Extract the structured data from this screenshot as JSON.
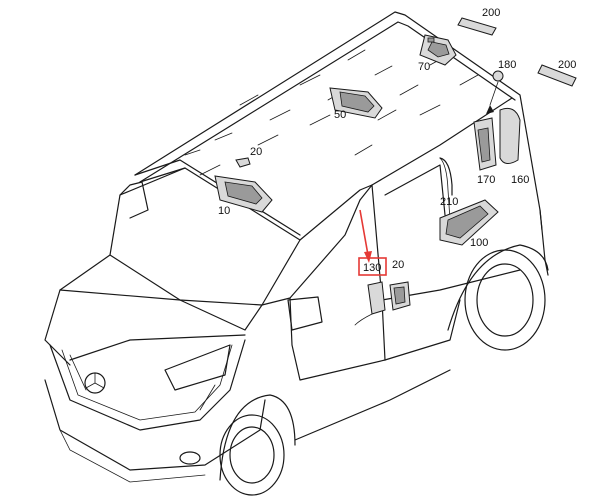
{
  "callouts": {
    "c200a": "200",
    "c70": "70",
    "c180": "180",
    "c200b": "200",
    "c50": "50",
    "c20a": "20",
    "c170": "170",
    "c160": "160",
    "c10": "10",
    "c210": "210",
    "c100": "100",
    "c130": "130",
    "c20b": "20"
  },
  "highlight": {
    "callout": "130",
    "color": "#e53935"
  },
  "colors": {
    "line": "#1a1a1a",
    "part_fill": "#d9d9d9",
    "highlight": "#e53935"
  }
}
